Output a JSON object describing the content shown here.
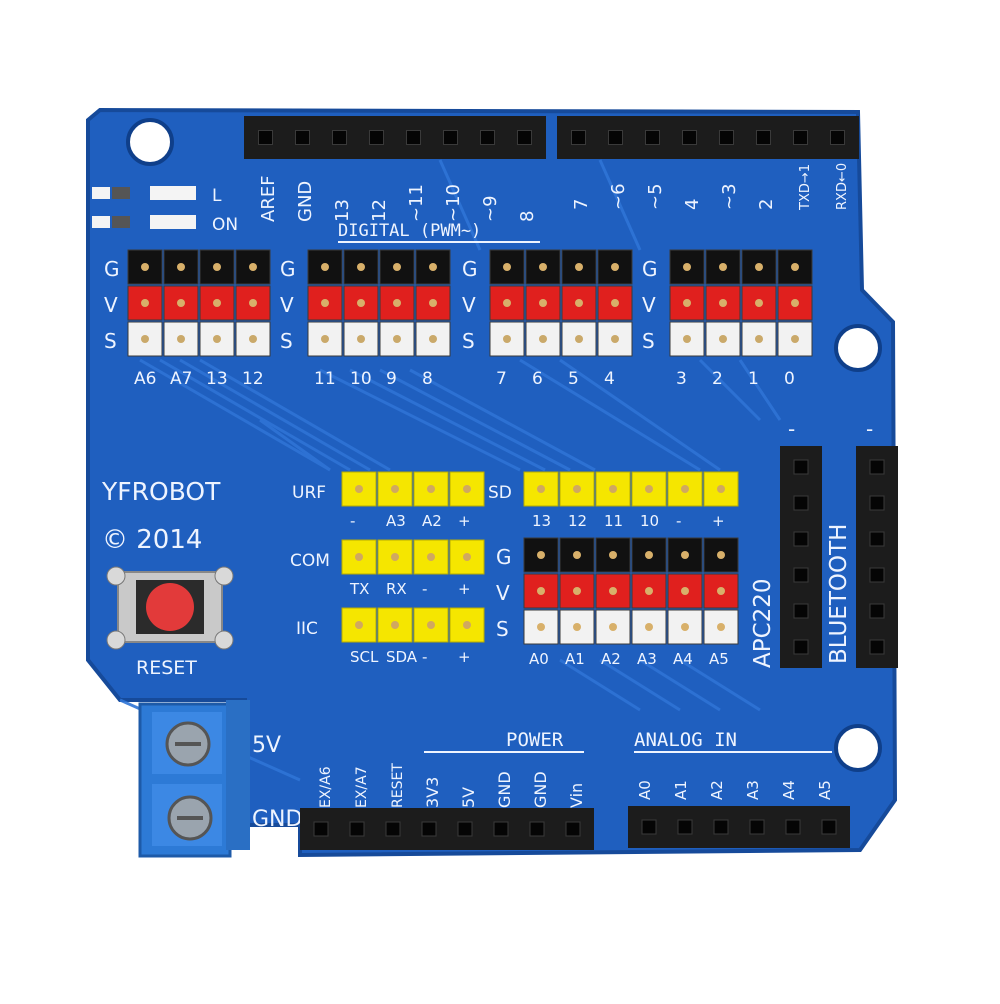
{
  "board": {
    "brand": "YFROBOT",
    "year": "© 2014",
    "reset_label": "RESET",
    "leds": [
      "L",
      "ON"
    ],
    "digital_label": "DIGITAL (PWM~)",
    "power_label": "POWER",
    "analog_in_label": "ANALOG IN",
    "apc220_label": "APC220",
    "bluetooth_label": "BLUETOOTH",
    "terminal_labels": [
      "5V",
      "GND"
    ],
    "top_left_pins": [
      "AREF",
      "GND",
      "13",
      "12",
      "~11",
      "~10",
      "~9",
      "8"
    ],
    "top_right_pins": [
      "7",
      "~6",
      "~5",
      "4",
      "~3",
      "2",
      "TXD→1",
      "RXD←0"
    ],
    "gvs_rows": [
      "G",
      "V",
      "S"
    ],
    "sensor_groups": [
      {
        "pins": [
          "A6",
          "A7",
          "13",
          "12"
        ]
      },
      {
        "pins": [
          "11",
          "10",
          "9",
          "8"
        ]
      },
      {
        "pins": [
          "7",
          "6",
          "5",
          "4"
        ]
      },
      {
        "pins": [
          "3",
          "2",
          "1",
          "0"
        ]
      }
    ],
    "urf": {
      "label": "URF",
      "pins": [
        "-",
        "A3",
        "A2",
        "+"
      ]
    },
    "com": {
      "label": "COM",
      "pins": [
        "TX",
        "RX",
        "-",
        "+"
      ]
    },
    "iic": {
      "label": "IIC",
      "pins": [
        "SCL",
        "SDA",
        "-",
        "+"
      ]
    },
    "sd": {
      "label": "SD",
      "pins": [
        "13",
        "12",
        "11",
        "10",
        "-",
        "+"
      ]
    },
    "analog_gvs_pins": [
      "A0",
      "A1",
      "A2",
      "A3",
      "A4",
      "A5"
    ],
    "power_pins": [
      "EX/A6",
      "EX/A7",
      "RESET",
      "3V3",
      "5V",
      "GND",
      "GND",
      "Vin"
    ],
    "analog_pins": [
      "A0",
      "A1",
      "A2",
      "A3",
      "A4",
      "A5"
    ],
    "colors": {
      "pcb": "#1f5fbf",
      "pcb_dark": "#164a9a",
      "trace": "#2f74d6",
      "header": "#1c1c1c",
      "pin_black": "#111111",
      "pin_red": "#e0201e",
      "pin_white": "#f2f2f2",
      "pin_yellow": "#f5e600",
      "button": "#e23a3a",
      "terminal": "#2d7ad6"
    }
  }
}
